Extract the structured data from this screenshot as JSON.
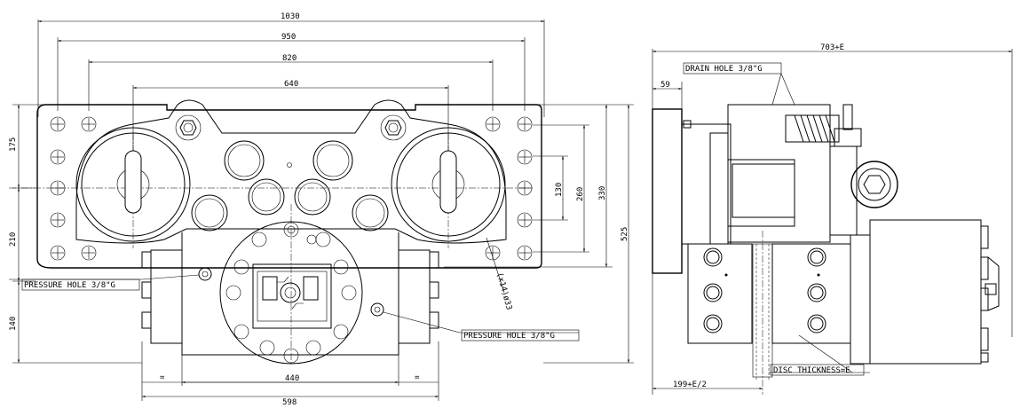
{
  "front_view": {
    "dimensions": {
      "d1030": "1030",
      "d950": "950",
      "d820": "820",
      "d640": "640",
      "d175": "175",
      "d210": "210",
      "d140": "140",
      "d525": "525",
      "d130": "130",
      "d260": "260",
      "d330": "330",
      "d440": "440",
      "d598": "598",
      "eq_left": "=",
      "eq_right": "="
    },
    "labels": {
      "pressure_hole_left": "PRESSURE HOLE 3/8\"G",
      "pressure_hole_right": "PRESSURE HOLE 3/8\"G",
      "bolt_holes": "(x14)ø33"
    }
  },
  "side_view": {
    "dimensions": {
      "overall": "703+E",
      "d59": "59",
      "offset": "199+E/2"
    },
    "labels": {
      "drain_hole": "DRAIN HOLE 3/8\"G",
      "disc_thickness": "DISC THICKNESS=E"
    }
  }
}
